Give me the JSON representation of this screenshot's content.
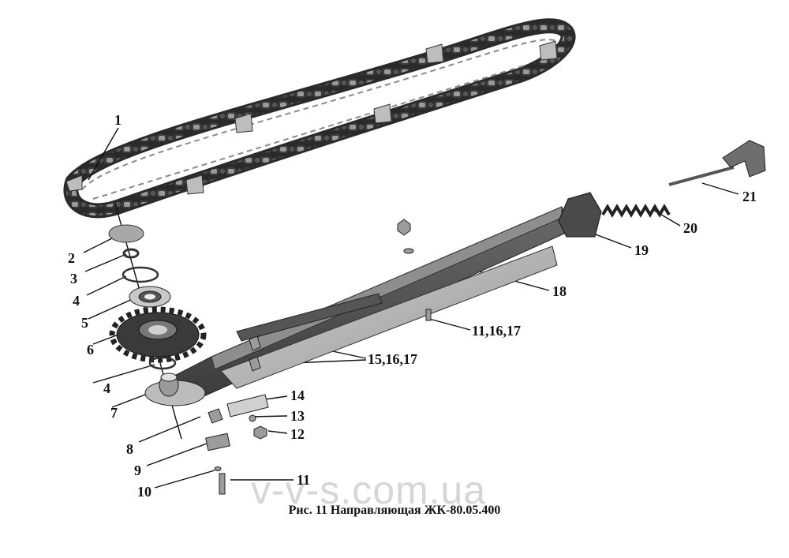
{
  "caption": "Рис. 11 Направляющая ЖК-80.05.400",
  "watermark": "v-v-s.com.ua",
  "callouts": [
    {
      "id": "c1",
      "text": "1"
    },
    {
      "id": "c2",
      "text": "2"
    },
    {
      "id": "c3",
      "text": "3"
    },
    {
      "id": "c4a",
      "text": "4"
    },
    {
      "id": "c5",
      "text": "5"
    },
    {
      "id": "c6",
      "text": "6"
    },
    {
      "id": "c4b",
      "text": "4"
    },
    {
      "id": "c7",
      "text": "7"
    },
    {
      "id": "c8",
      "text": "8"
    },
    {
      "id": "c9",
      "text": "9"
    },
    {
      "id": "c10",
      "text": "10"
    },
    {
      "id": "c11a",
      "text": "11"
    },
    {
      "id": "c12",
      "text": "12"
    },
    {
      "id": "c13",
      "text": "13"
    },
    {
      "id": "c14",
      "text": "14"
    },
    {
      "id": "c15",
      "text": "15,16,17"
    },
    {
      "id": "c11b",
      "text": "11,16,17"
    },
    {
      "id": "c18",
      "text": "18"
    },
    {
      "id": "c19",
      "text": "19"
    },
    {
      "id": "c20",
      "text": "20"
    },
    {
      "id": "c21",
      "text": "21"
    }
  ]
}
